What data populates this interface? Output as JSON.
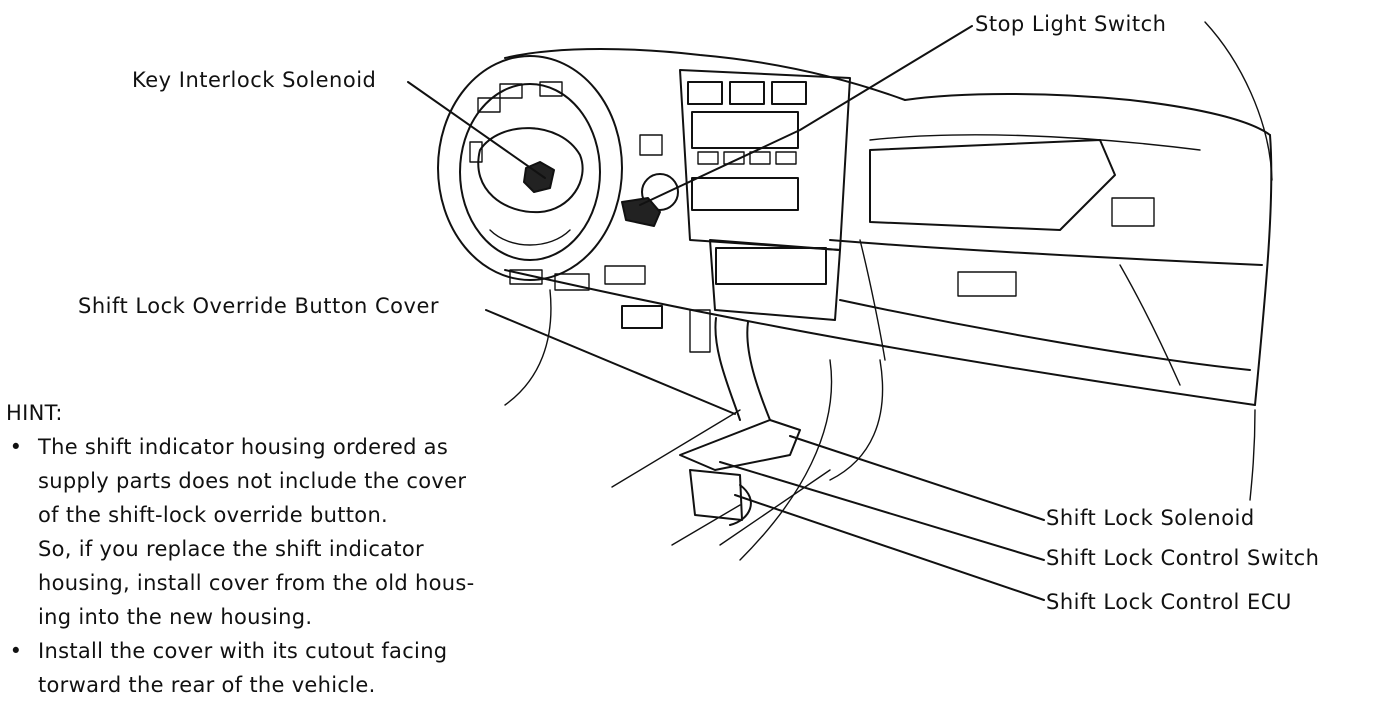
{
  "labels": {
    "stop_light_switch": "Stop Light Switch",
    "key_interlock_solenoid": "Key Interlock Solenoid",
    "shift_lock_override_button_cover": "Shift Lock Override Button Cover",
    "shift_lock_solenoid": "Shift Lock Solenoid",
    "shift_lock_control_switch": "Shift Lock Control Switch",
    "shift_lock_control_ecu": "Shift Lock Control ECU"
  },
  "hint": {
    "title": "HINT:",
    "bullet_1": [
      "The shift indicator housing ordered as",
      "supply parts does not include the cover",
      "of the shift-lock override button.",
      "So, if you replace the shift indicator",
      "housing, install cover from the old hous-",
      "ing into the new housing."
    ],
    "bullet_2": [
      "Install the cover with its cutout facing",
      "torward the rear of the vehicle."
    ]
  }
}
